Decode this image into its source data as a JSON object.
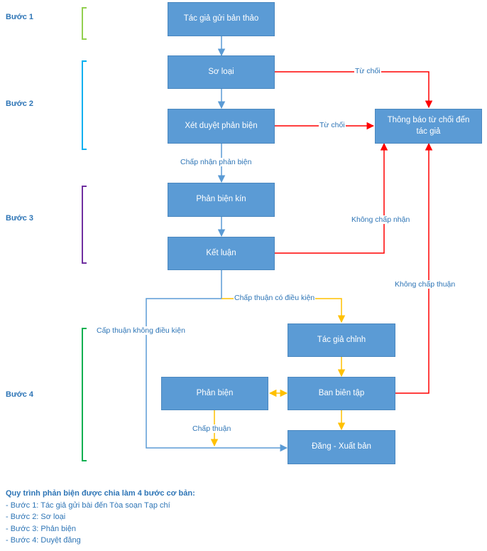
{
  "steps": [
    "Bước 1",
    "Bước 2",
    "Bước 3",
    "Bước 4"
  ],
  "boxes": {
    "submit": "Tác giả gửi bản thảo",
    "preliminary": "Sơ loại",
    "review_approval": "Xét duyệt phản biện",
    "notify_reject": "Thông báo từ chối đến tác giả",
    "blind_review": "Phản biện kín",
    "conclusion": "Kết luận",
    "main_author": "Tác giả chỉnh",
    "reviewer": "Phản biện",
    "editorial_board": "Ban biên tập",
    "publish": "Đăng - Xuất bản"
  },
  "labels": {
    "reject_1": "Từ chối",
    "reject_2": "Từ chối",
    "accept_review": "Chấp nhận phản biện",
    "not_accept": "Không chấp nhận",
    "conditional": "Chấp thuận có điều kiện",
    "unconditional": "Cấp thuận không điều kiện",
    "not_approved": "Không chấp thuận",
    "approved": "Chấp thuận"
  },
  "notes": {
    "heading": "Quy trình phản biện được chia làm 4 bước cơ bản:",
    "items": [
      "- Bước 1: Tác giả gửi bài đến Tòa soạn Tạp chí",
      "- Bước 2: Sơ loại",
      "- Bước 3: Phản biện",
      "- Bước 4: Duyệt đăng"
    ]
  },
  "colors": {
    "box_fill": "#5B9BD5",
    "flow_arrow": "#5B9BD5",
    "reject_arrow": "#FF0000",
    "conditional_arrow": "#FFC000",
    "step1_bracket": "#92D050",
    "step2_bracket": "#00B0F0",
    "step3_bracket": "#7030A0",
    "step4_bracket": "#00B050",
    "text": "#2E75B6"
  }
}
